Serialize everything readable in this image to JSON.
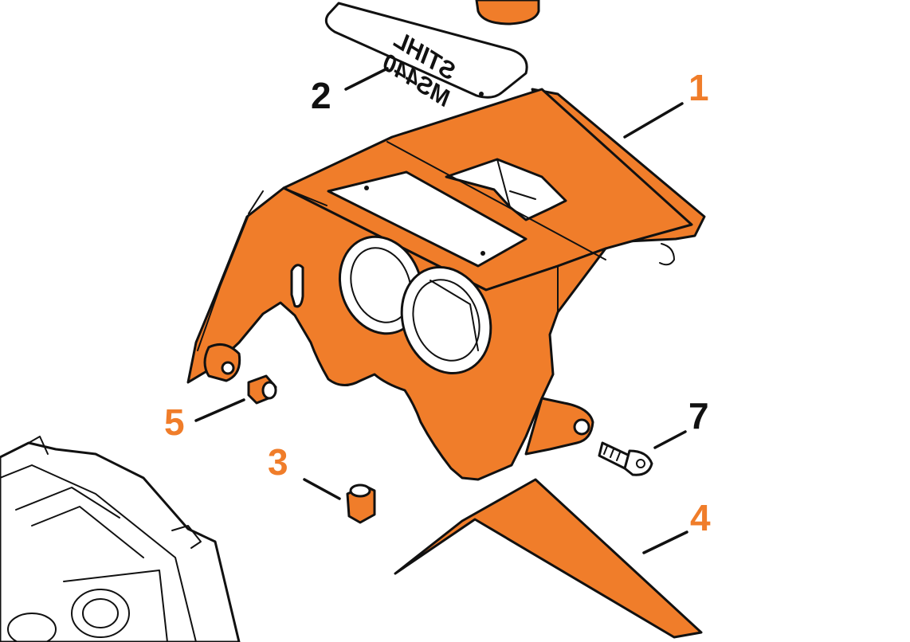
{
  "diagram": {
    "colors": {
      "part_fill": "#f07d2a",
      "outline": "#111111",
      "background": "#ffffff",
      "label_highlight": "#f07d2a",
      "label_plain": "#111111"
    },
    "badge": {
      "brand": "STIHL",
      "model": "MS440"
    },
    "callouts": [
      {
        "id": "1",
        "text": "1",
        "highlighted": true
      },
      {
        "id": "2",
        "text": "2",
        "highlighted": false
      },
      {
        "id": "3",
        "text": "3",
        "highlighted": true
      },
      {
        "id": "4",
        "text": "4",
        "highlighted": true
      },
      {
        "id": "5",
        "text": "5",
        "highlighted": true
      },
      {
        "id": "7",
        "text": "7",
        "highlighted": false
      }
    ]
  }
}
